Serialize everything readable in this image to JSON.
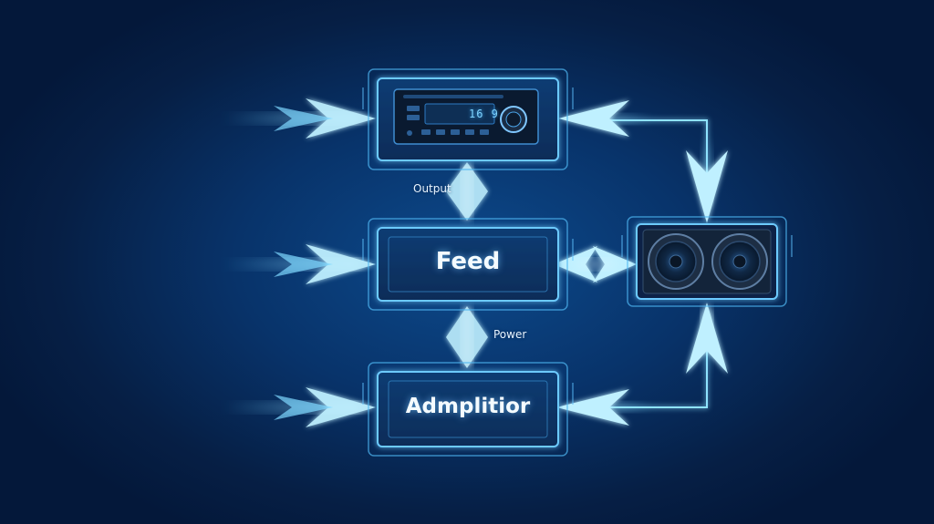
{
  "labels": {
    "output": "Output",
    "power": "Power",
    "feed": "Feed",
    "amplifier": "Admplitior",
    "head_unit_display": "16 9"
  },
  "colors": {
    "background": "#07264f",
    "glow": "#5fd0ff",
    "line": "#8fe3ff",
    "box_stroke": "#4fb6f2"
  },
  "icons": {
    "head_unit": "car-stereo-icon",
    "speaker": "speaker-pair-icon"
  }
}
